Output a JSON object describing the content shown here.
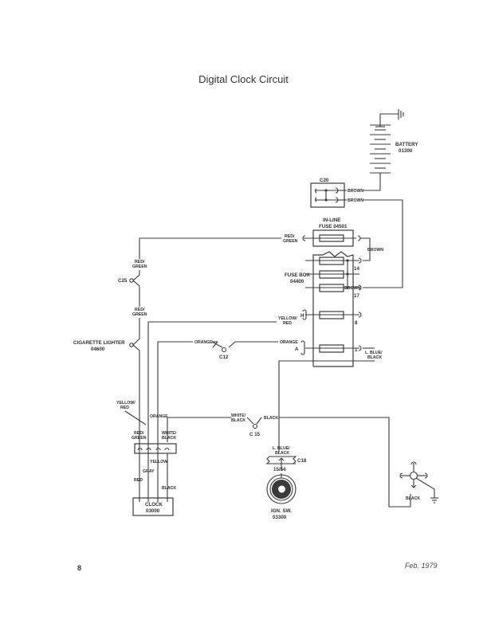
{
  "page": {
    "title": "Digital Clock Circuit",
    "page_number": "8",
    "date": "Feb. 1979"
  },
  "components": {
    "battery": {
      "name": "BATTERY",
      "code": "01300"
    },
    "c20": {
      "name": "C20"
    },
    "inline_fuse": {
      "name": "IN-LINE",
      "code": "FUSE 04501"
    },
    "fuse_box": {
      "name": "FUSE BOX",
      "code": "04400",
      "positions": [
        "14",
        "17",
        "8",
        "1"
      ]
    },
    "c25": {
      "name": "C25"
    },
    "cigarette_lighter": {
      "name": "CIGARETTE LIGHTER",
      "code": "04600"
    },
    "c12": {
      "name": "C12"
    },
    "c15": {
      "name": "C 15"
    },
    "c18": {
      "name": "C18"
    },
    "ign_terminal": {
      "name": "15/54"
    },
    "ignition_switch": {
      "name": "IGN. SW.",
      "code": "03300"
    },
    "clock": {
      "name": "CLOCK",
      "code": "03000"
    },
    "connector_h": {
      "name": "H"
    },
    "connector_a": {
      "name": "A"
    }
  },
  "wires": {
    "brown_c20_top": "BROWN",
    "brown_c20_bottom": "BROWN",
    "brown_fuse_loop": "BROWN",
    "brown_fuse17": "BROWN",
    "red_green_inline": [
      "RED/",
      "GREEN"
    ],
    "red_green_c25_top": [
      "RED/",
      "GREEN"
    ],
    "red_green_c25_bottom": [
      "RED/",
      "GREEN"
    ],
    "yellow_red_fuse8": [
      "YELLOW/",
      "RED"
    ],
    "orange_left": "ORANGE",
    "orange_right": "ORANGE",
    "lblue_black_fuse1": [
      "L. BLUE/",
      "BLACK"
    ],
    "white_black_c15": [
      "WHITE/",
      "BLACK"
    ],
    "black_c15": "BLACK",
    "lblue_black_ign": [
      "L. BLUE/",
      "BLACK"
    ],
    "yellow_red_clock": [
      "YELLOW/",
      "RED"
    ],
    "orange_clock": "ORANGE",
    "red_green_clock": [
      "RED/",
      "GREEN"
    ],
    "white_black_clock": [
      "WHITE/",
      "BLACK"
    ],
    "yellow_clock": "YELLOW",
    "gray_clock": "GRAY",
    "red_clock": "RED",
    "black_clock": "BLACK",
    "black_ground": "BLACK"
  }
}
